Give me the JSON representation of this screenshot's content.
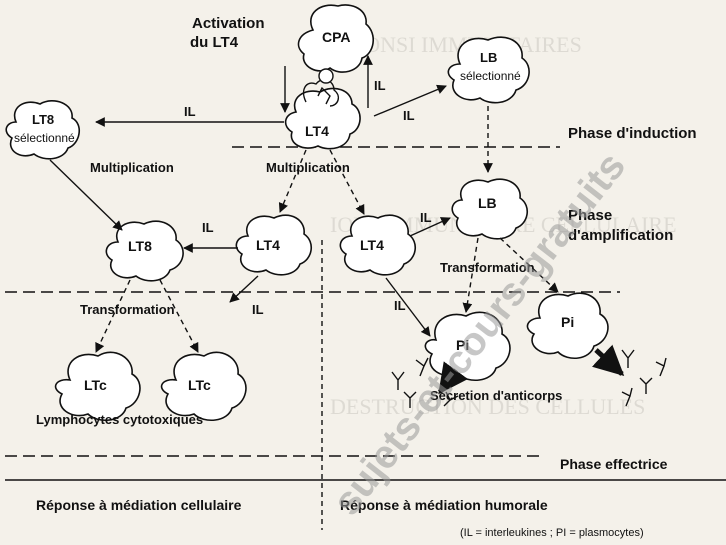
{
  "header": {
    "activation_line1": "Activation",
    "activation_line2": "du LT4"
  },
  "cells": {
    "cpa": "CPA",
    "lt4_top": "LT4",
    "lb_selected_line1": "LB",
    "lb_selected_line2": "sélectionné",
    "lt8_selected_line1": "LT8",
    "lt8_selected_line2": "sélectionné",
    "lb_amp": "LB",
    "lt8_amp": "LT8",
    "lt4_left": "LT4",
    "lt4_right": "LT4",
    "ltc_1": "LTc",
    "ltc_2": "LTc",
    "pi_1": "Pi",
    "pi_2": "Pi"
  },
  "labels": {
    "il": "IL",
    "multiplication": "Multiplication",
    "transformation": "Transformation",
    "secretion": "Sécretion d'anticorps",
    "lymphocytes_cytotoxiques": "Lymphocytes cytotoxiques"
  },
  "phases": {
    "induction": "Phase d'induction",
    "amplification_line1": "Phase",
    "amplification_line2": "d'amplification",
    "effectrice": "Phase effectrice"
  },
  "responses": {
    "cellulaire": "Réponse à médiation cellulaire",
    "humorale": "Réponse à médiation humorale"
  },
  "legend": "(IL = interleukines ; PI = plasmocytes)",
  "watermark": "sujets-et-cours-gratuits"
}
